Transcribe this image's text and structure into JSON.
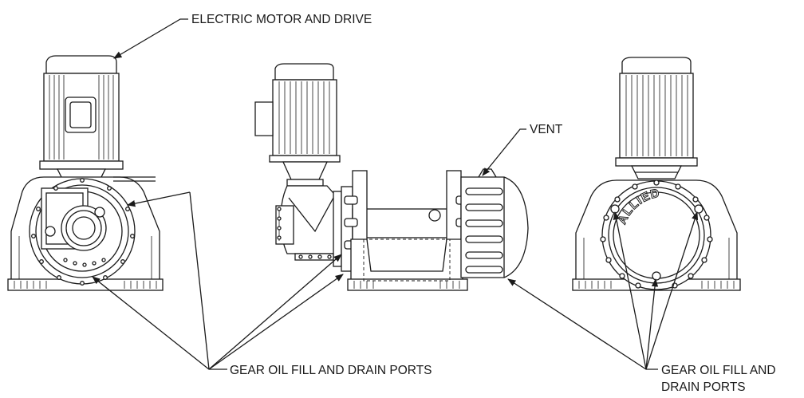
{
  "labels": {
    "motor": "ELECTRIC MOTOR AND DRIVE",
    "vent": "VENT",
    "ports_center": "GEAR OIL FILL AND DRAIN PORTS",
    "ports_right_line1": "GEAR OIL FILL AND",
    "ports_right_line2": "DRAIN PORTS"
  },
  "emblem": {
    "brand": "ALLIED"
  }
}
